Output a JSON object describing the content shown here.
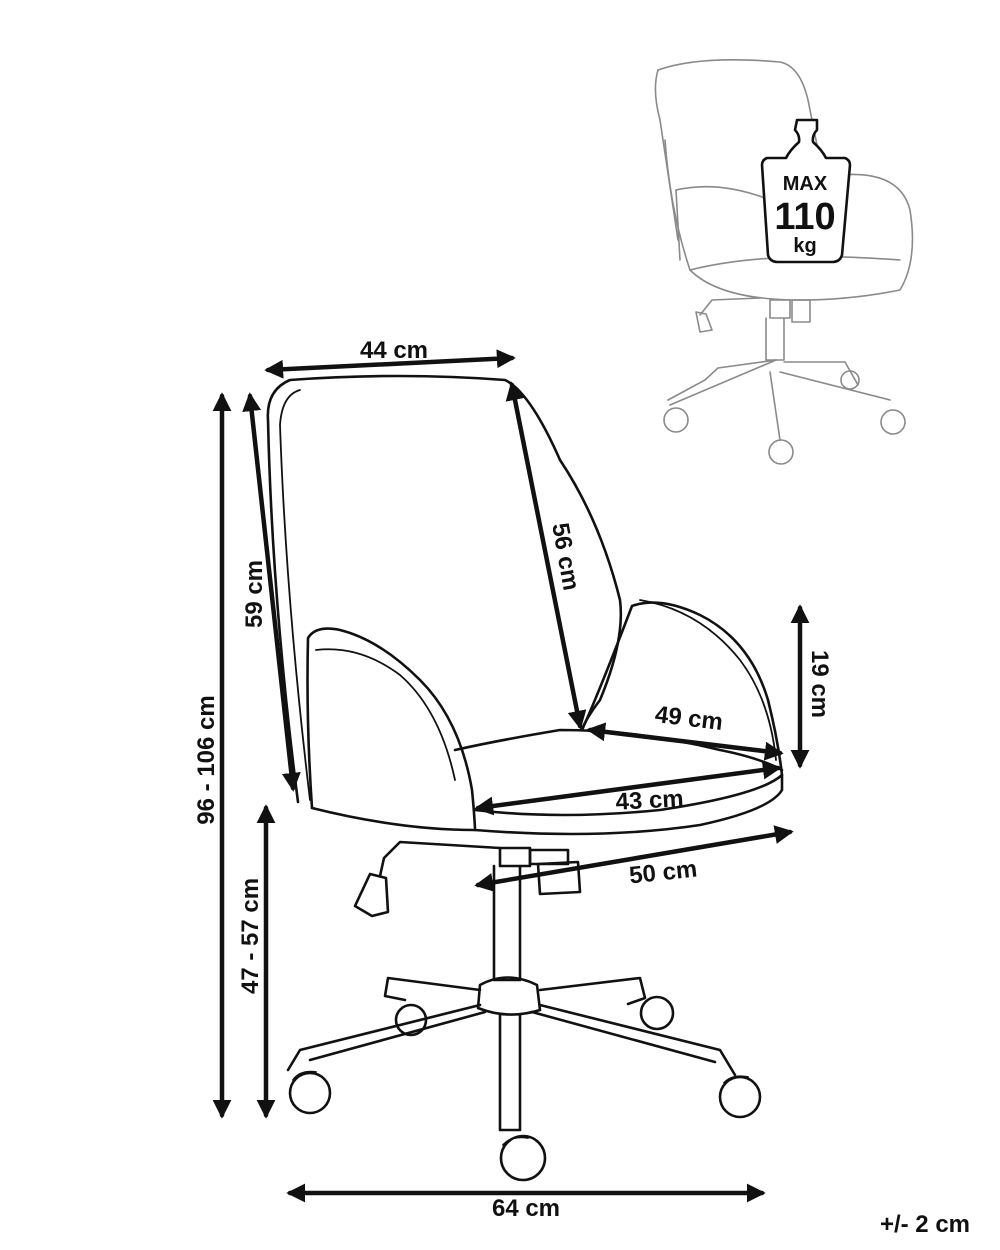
{
  "dimensions": {
    "backrest_width": "44 cm",
    "backrest_height": "59 cm",
    "backrest_inner": "56 cm",
    "total_height": "96 - 106 cm",
    "seat_height": "47 -  57 cm",
    "armrest_height": "19 cm",
    "seat_depth_49": "49 cm",
    "seat_width_43": "43 cm",
    "base_50": "50 cm",
    "base_width": "64 cm"
  },
  "weight": {
    "max": "MAX",
    "value": "110",
    "unit": "kg"
  },
  "tolerance": "+/- 2 cm",
  "colors": {
    "ink": "#111111",
    "preview": "#8a8a8a"
  }
}
